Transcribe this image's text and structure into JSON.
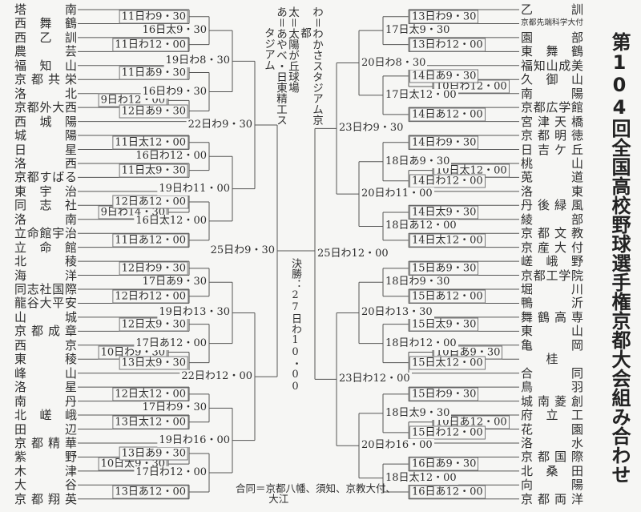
{
  "title": "第104回全国高校野球選手権京都大会組み合わせ",
  "venues": [
    "わ＝わかさスタジアム京都",
    "太＝太陽が丘球場",
    "あ＝あやべ・日東精工スタジアム"
  ],
  "final": "決勝：27日わ10・00",
  "note": "合同＝京都八幡、須知、京教大付、大江",
  "colors": {
    "line": "#555555",
    "text": "#2e2e2e",
    "background": "#f6f6f4"
  },
  "left": {
    "teams": [
      "塔南",
      "西舞鶴",
      "西乙訓",
      "農芸",
      "福知山",
      "京都共栄",
      "洛北",
      "京都外大西",
      "西城陽",
      "城陽",
      "日星",
      "洛西",
      "京都すばる",
      "東宇治",
      "同志社",
      "洛南",
      "立命館宇治",
      "立命館",
      "北稜",
      "海洋",
      "同志社国際",
      "龍谷大平安",
      "山城",
      "京都成章",
      "西京",
      "東稜",
      "峰山",
      "洛星",
      "南丹",
      "北嵯峨",
      "田辺",
      "京都精華",
      "紫野",
      "木津",
      "大谷",
      "京都翔英"
    ],
    "bracket": {
      "d": "25日わ9・30",
      "m": [
        {
          "d": "22日わ9・30",
          "m": [
            {
              "d": "19日わ8・30",
              "m": [
                {
                  "d": "16日太9・30",
                  "m": [
                    {
                      "d": "11日わ9・30",
                      "m": [
                        0,
                        1
                      ]
                    },
                    {
                      "d": "11日わ12・00",
                      "m": [
                        2,
                        3
                      ]
                    }
                  ]
                },
                {
                  "d": "16日わ9・30",
                  "m": [
                    {
                      "d": "11日あ9・30",
                      "m": [
                        4,
                        5
                      ]
                    },
                    {
                      "d": "12日あ9・30",
                      "m": [
                        {
                          "d": "9日わ12・00",
                          "m": [
                            6,
                            7
                          ]
                        },
                        8
                      ]
                    }
                  ]
                }
              ]
            },
            {
              "d": "19日わ11・00",
              "m": [
                {
                  "d": "16日わ12・00",
                  "m": [
                    {
                      "d": "11日太12・00",
                      "m": [
                        9,
                        10
                      ]
                    },
                    {
                      "d": "11日太9・30",
                      "m": [
                        11,
                        12
                      ]
                    }
                  ]
                },
                {
                  "d": "16日太12・00",
                  "m": [
                    {
                      "d": "12日あ12・00",
                      "m": [
                        13,
                        {
                          "d": "9日わ14・30",
                          "m": [
                            14,
                            15
                          ]
                        }
                      ]
                    },
                    {
                      "d": "11日あ12・00",
                      "m": [
                        16,
                        17
                      ]
                    }
                  ]
                }
              ]
            }
          ]
        },
        {
          "d": "22日わ12・00",
          "m": [
            {
              "d": "19日わ13・30",
              "m": [
                {
                  "d": "17日あ9・30",
                  "m": [
                    {
                      "d": "12日わ9・30",
                      "m": [
                        18,
                        19
                      ]
                    },
                    {
                      "d": "12日わ12・00",
                      "m": [
                        20,
                        21
                      ]
                    }
                  ]
                },
                {
                  "d": "17日あ12・00",
                  "m": [
                    {
                      "d": "12日太9・30",
                      "m": [
                        22,
                        23
                      ]
                    },
                    {
                      "d": "13日太9・30",
                      "m": [
                        {
                          "d": "10日わ9・30",
                          "m": [
                            24,
                            25
                          ]
                        },
                        26
                      ]
                    }
                  ]
                }
              ]
            },
            {
              "d": "19日わ16・00",
              "m": [
                {
                  "d": "17日わ9・30",
                  "m": [
                    {
                      "d": "12日太12・00",
                      "m": [
                        27,
                        28
                      ]
                    },
                    {
                      "d": "13日太12・00",
                      "m": [
                        29,
                        30
                      ]
                    }
                  ]
                },
                {
                  "d": "17日わ12・00",
                  "m": [
                    {
                      "d": "13日あ9・30",
                      "m": [
                        31,
                        {
                          "d": "10日太9・30",
                          "m": [
                            32,
                            33
                          ]
                        }
                      ]
                    },
                    {
                      "d": "13日あ12・00",
                      "m": [
                        34,
                        35
                      ]
                    }
                  ]
                }
              ]
            }
          ]
        }
      ]
    }
  },
  "right": {
    "teams": [
      "乙訓",
      "京都先端科学大付",
      "園部",
      "東舞鶴",
      "福知山成美",
      "久御山",
      "南陽",
      "京都広学館",
      "宮津天橋",
      "京都明徳",
      "日吉ケ丘",
      "桃山",
      "莵道",
      "洛東",
      "丹後緑風",
      "綾部",
      "京都文教",
      "京産大付",
      "嵯峨野",
      "京都工学院",
      "堀川",
      "鴨沂",
      "舞鶴高専",
      "東山",
      "亀岡",
      "桂",
      "合同",
      "鳥羽",
      "城南菱創",
      "府立工",
      "花園",
      "洛水",
      "京都国際",
      "北桑田",
      "向陽",
      "京都両洋"
    ],
    "bracket": {
      "d": "25日わ12・00",
      "m": [
        {
          "d": "23日わ9・30",
          "m": [
            {
              "d": "20日わ8・30",
              "m": [
                {
                  "d": "17日太9・30",
                  "m": [
                    {
                      "d": "13日わ9・30",
                      "m": [
                        0,
                        1
                      ]
                    },
                    {
                      "d": "13日わ12・00",
                      "m": [
                        2,
                        3
                      ]
                    }
                  ]
                },
                {
                  "d": "17日太12・00",
                  "m": [
                    {
                      "d": "14日あ9・30",
                      "m": [
                        4,
                        {
                          "d": "10日わ12・00",
                          "m": [
                            5,
                            6
                          ]
                        }
                      ]
                    },
                    {
                      "d": "14日あ12・00",
                      "m": [
                        7,
                        8
                      ]
                    }
                  ]
                }
              ]
            },
            {
              "d": "20日わ11・00",
              "m": [
                {
                  "d": "18日あ9・30",
                  "m": [
                    {
                      "d": "14日わ9・30",
                      "m": [
                        9,
                        10
                      ]
                    },
                    {
                      "d": "14日わ12・00",
                      "m": [
                        {
                          "d": "10日太12・00",
                          "m": [
                            11,
                            12
                          ]
                        },
                        13
                      ]
                    }
                  ]
                },
                {
                  "d": "18日あ12・00",
                  "m": [
                    {
                      "d": "14日太9・30",
                      "m": [
                        14,
                        15
                      ]
                    },
                    {
                      "d": "14日太12・00",
                      "m": [
                        16,
                        17
                      ]
                    }
                  ]
                }
              ]
            }
          ]
        },
        {
          "d": "23日わ12・00",
          "m": [
            {
              "d": "20日わ13・30",
              "m": [
                {
                  "d": "18日わ9・30",
                  "m": [
                    {
                      "d": "15日あ9・30",
                      "m": [
                        18,
                        19
                      ]
                    },
                    {
                      "d": "15日あ12・00",
                      "m": [
                        20,
                        21
                      ]
                    }
                  ]
                },
                {
                  "d": "18日わ12・00",
                  "m": [
                    {
                      "d": "15日太9・30",
                      "m": [
                        22,
                        23
                      ]
                    },
                    {
                      "d": "15日太12・00",
                      "m": [
                        {
                          "d": "10日あ9・30",
                          "m": [
                            24,
                            25
                          ]
                        },
                        26
                      ]
                    }
                  ]
                }
              ]
            },
            {
              "d": "20日わ16・00",
              "m": [
                {
                  "d": "18日太9・30",
                  "m": [
                    {
                      "d": "15日わ9・30",
                      "m": [
                        27,
                        28
                      ]
                    },
                    {
                      "d": "15日わ12・00",
                      "m": [
                        {
                          "d": "10日あ12・00",
                          "m": [
                            29,
                            30
                          ]
                        },
                        31
                      ]
                    }
                  ]
                },
                {
                  "d": "18日太12・00",
                  "m": [
                    {
                      "d": "16日あ9・30",
                      "m": [
                        32,
                        33
                      ]
                    },
                    {
                      "d": "16日あ12・00",
                      "m": [
                        34,
                        35
                      ]
                    }
                  ]
                }
              ]
            }
          ]
        }
      ]
    }
  }
}
